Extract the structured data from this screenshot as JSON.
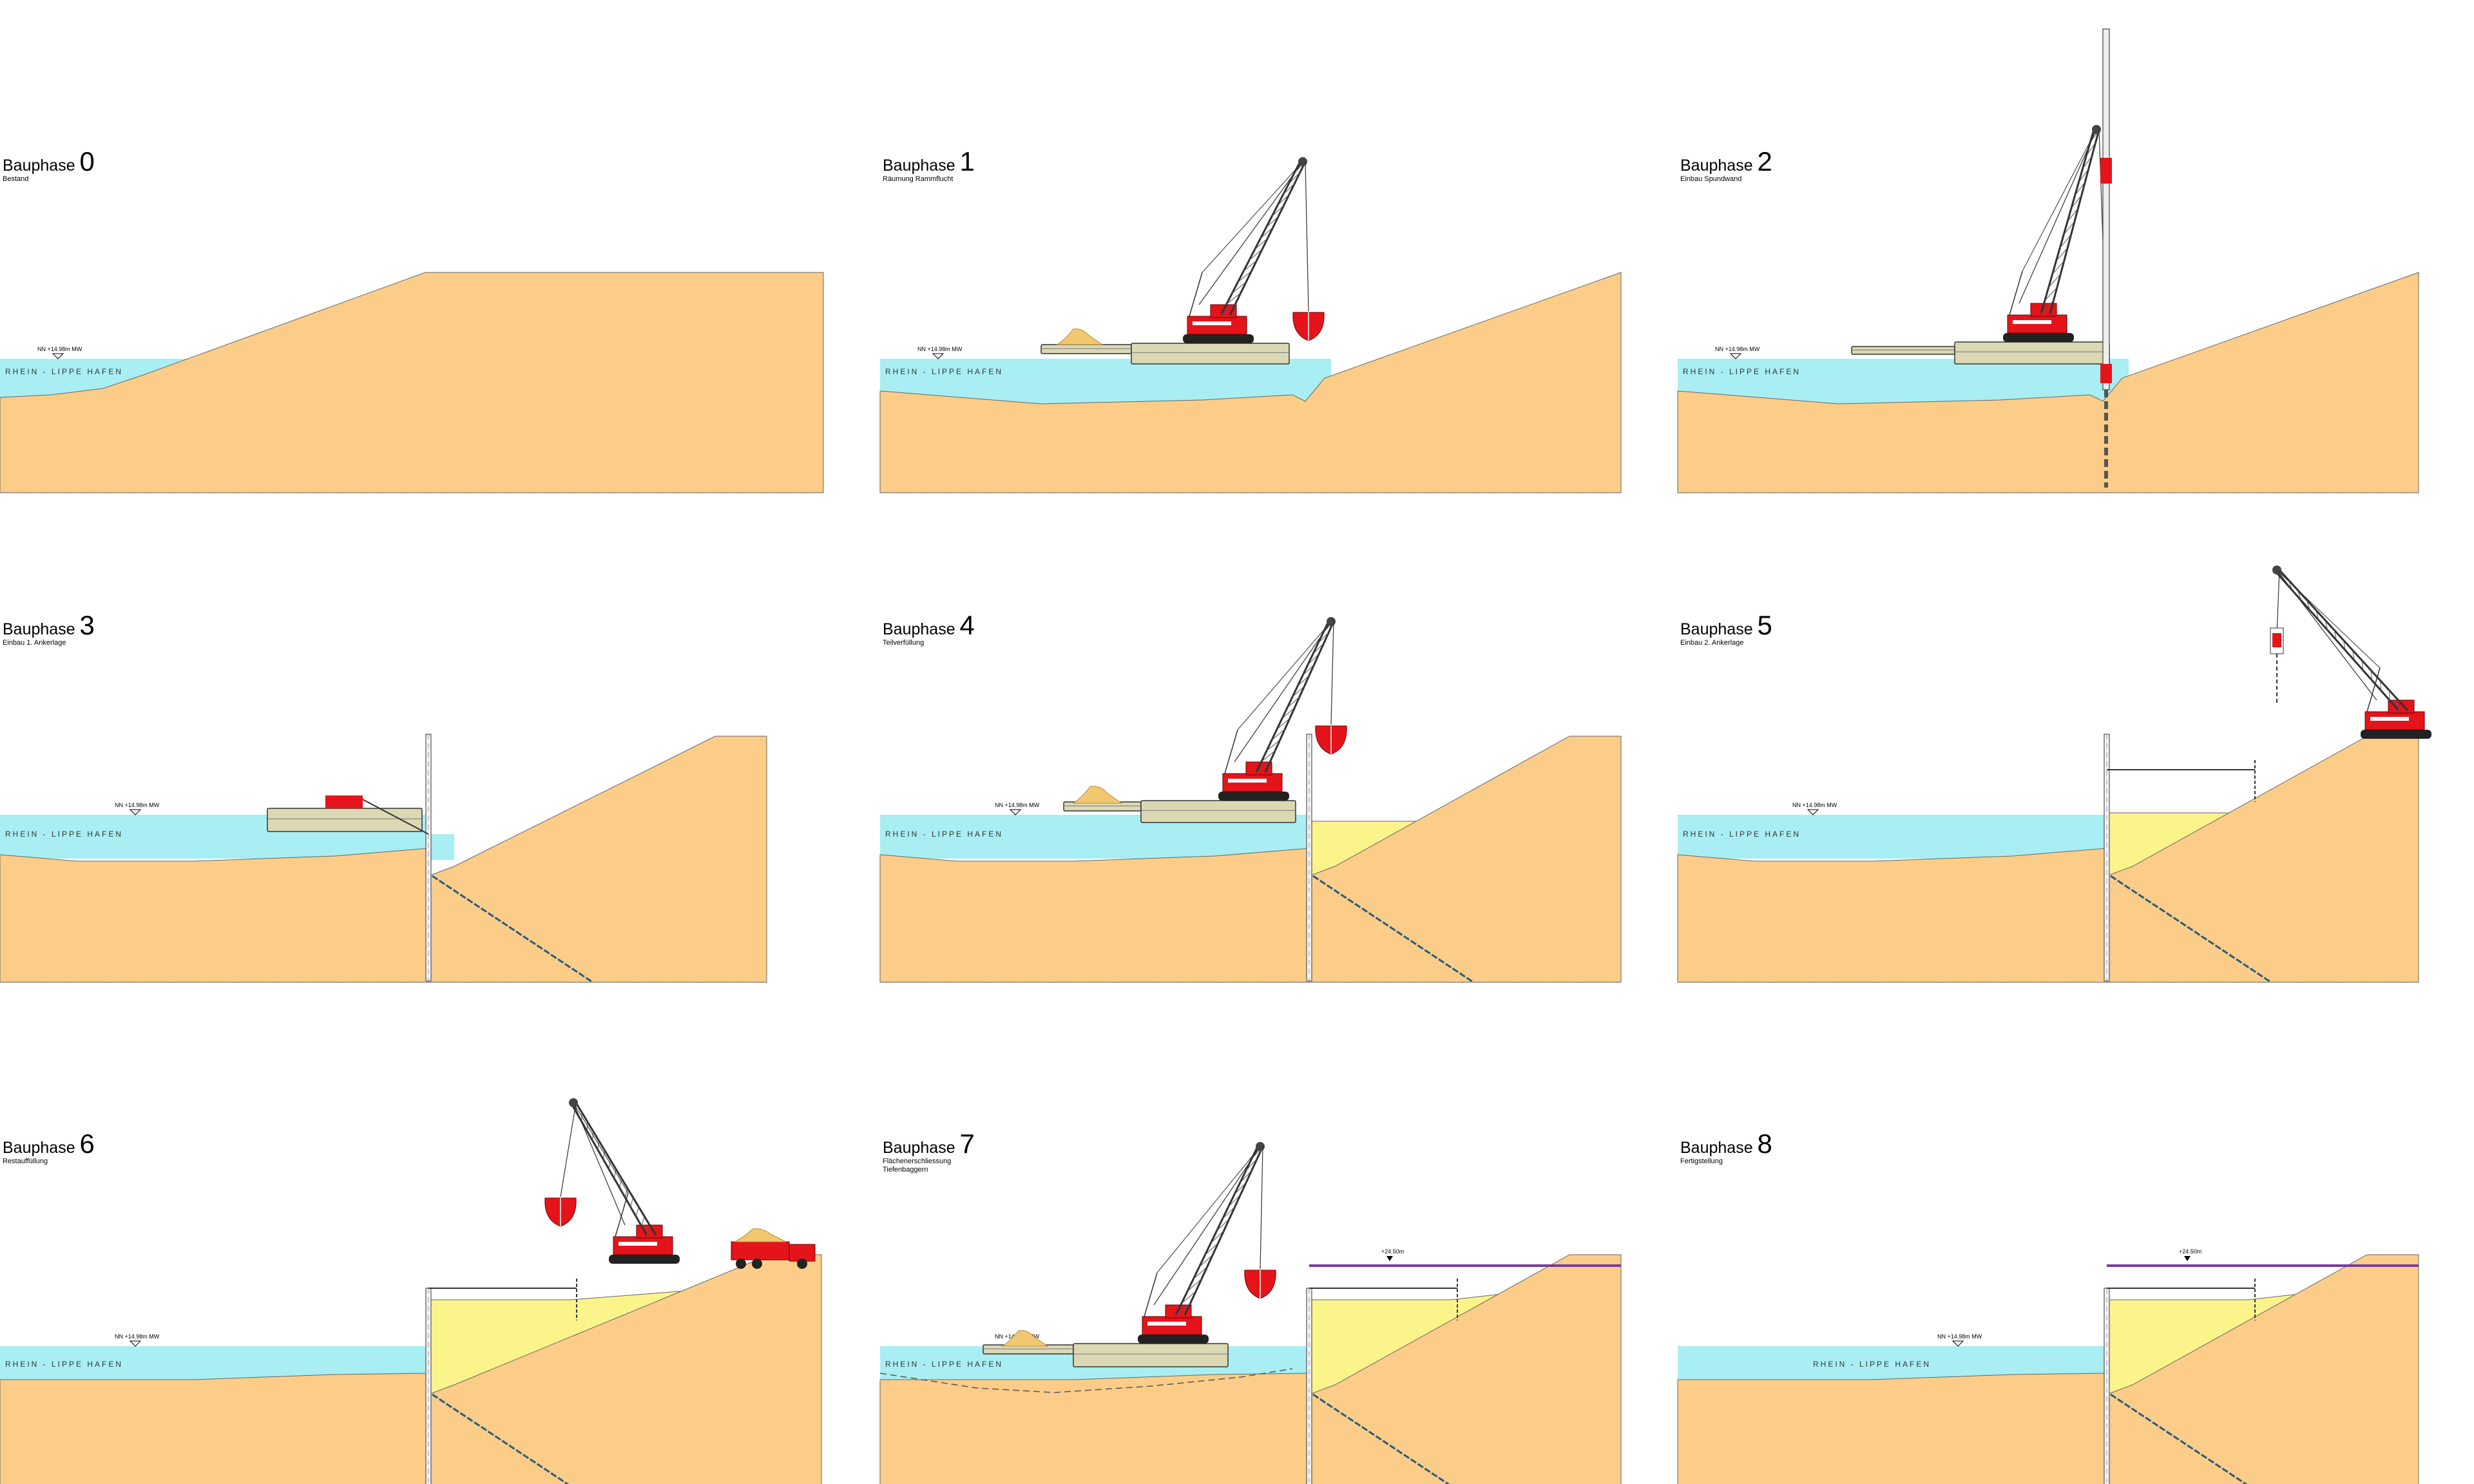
{
  "palette": {
    "soil": "#fbcd88",
    "water": "#a9eef3",
    "fill": "#fbf48a",
    "crane_red": "#e5141b",
    "barge": "#dcd8b4",
    "sand_pile": "#f1c770"
  },
  "phase_word": "Bauphase",
  "water_name": "RHEIN  -  LIPPE  HAFEN",
  "phases": [
    {
      "num": "0",
      "sub": [
        "Bestand"
      ],
      "wl": "NN +14.98m MW",
      "water_text": true
    },
    {
      "num": "1",
      "sub": [
        "Räumung Rammflucht"
      ],
      "wl": "NN +14.98m MW",
      "water_text": true
    },
    {
      "num": "2",
      "sub": [
        "Einbau Spundwand"
      ],
      "wl": "NN +14.98m MW",
      "water_text": true
    },
    {
      "num": "3",
      "sub": [
        "Einbau 1. Ankerlage"
      ],
      "wl": "NN +14.98m MW",
      "water_text": true
    },
    {
      "num": "4",
      "sub": [
        "Teilverfüllung"
      ],
      "wl": "NN +14.98m MW",
      "water_text": true
    },
    {
      "num": "5",
      "sub": [
        "Einbau 2. Ankerlage"
      ],
      "wl": "NN +14.98m MW",
      "water_text": true
    },
    {
      "num": "6",
      "sub": [
        "Restauffüllung"
      ],
      "wl": "NN +14.98m MW",
      "water_text": true
    },
    {
      "num": "7",
      "sub": [
        "Flächenerschliessung",
        "Tiefenbaggern"
      ],
      "wl": "NN +14.98m MW",
      "water_text": true,
      "level": "+24.50m"
    },
    {
      "num": "8",
      "sub": [
        "Fertigstellung"
      ],
      "wl": "NN +14.98m MW",
      "water_text": true,
      "level": "+24.50m"
    }
  ]
}
